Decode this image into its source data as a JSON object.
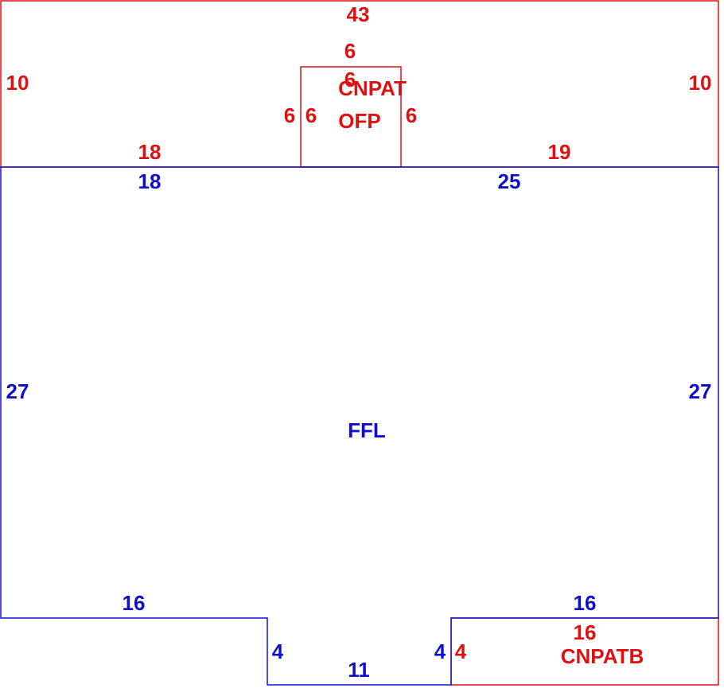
{
  "colors": {
    "primary_area": "#1010cc",
    "secondary_area": "#dd1111",
    "background": "#ffffff"
  },
  "areas": {
    "main": {
      "code": "FFL",
      "sides": {
        "top_left": "18",
        "top_right": "25",
        "left": "27",
        "right": "27",
        "bottom_left": "16",
        "bottom_right": "16",
        "notch_left": "4",
        "notch_bottom": "11",
        "notch_right": "4"
      }
    },
    "top_addition": {
      "code": "CNPAT",
      "sides": {
        "top": "43",
        "left": "10",
        "right": "10",
        "bottom_left": "18",
        "bottom_right": "19"
      }
    },
    "porch": {
      "code": "OFP",
      "sides": {
        "top": "6",
        "left_outer": "6",
        "left_inner": "6",
        "right": "6",
        "top_inner": "6"
      }
    },
    "bottom_addition": {
      "code": "CNPATB",
      "sides": {
        "top": "16",
        "left": "4"
      }
    }
  }
}
